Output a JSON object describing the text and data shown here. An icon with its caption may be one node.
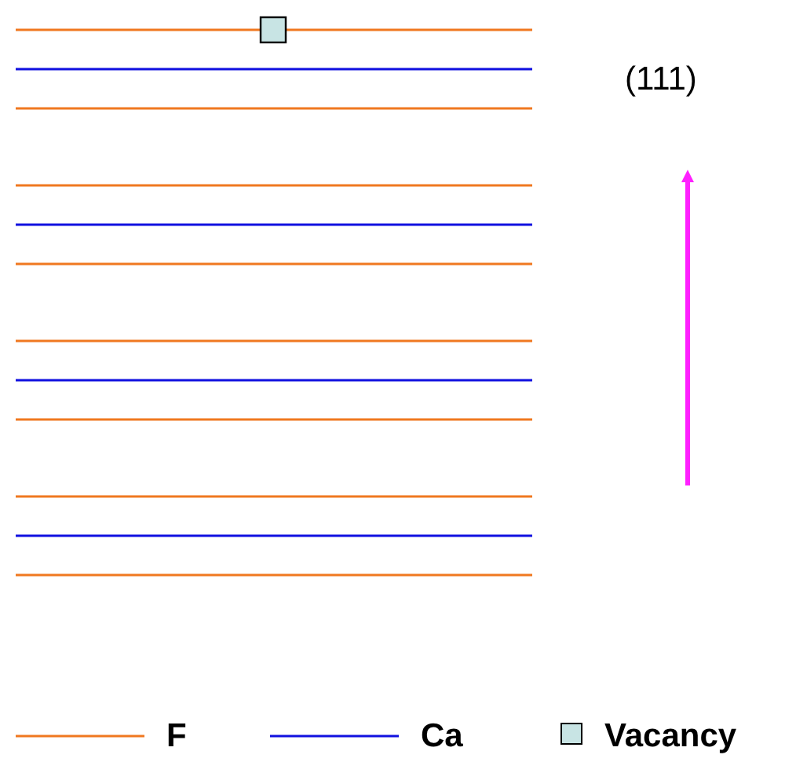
{
  "diagram": {
    "labels": [
      "(111)"
    ],
    "legend": [
      {
        "text": "F",
        "color": "#f07820"
      },
      {
        "text": "Ca",
        "color": "#1010e0"
      },
      {
        "text": "Vacancy",
        "color": "#c8e4e4"
      }
    ]
  }
}
